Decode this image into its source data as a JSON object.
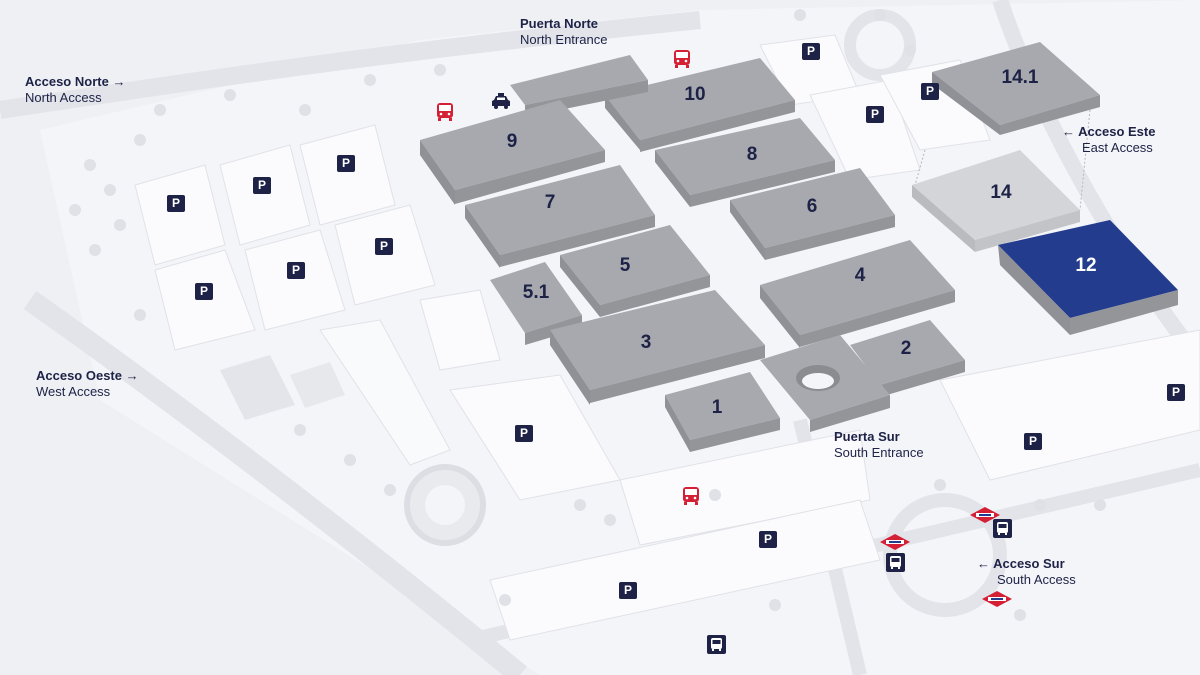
{
  "colors": {
    "background": "#eef0f4",
    "hall": "#a7a9ae",
    "hall_top": "#b8babf",
    "selected_hall": "#243c8e",
    "text": "#1d2246",
    "parking_badge": "#1d2246",
    "bus_icon": "#d41f35",
    "taxi_icon": "#1d2246"
  },
  "entrances": {
    "puerta_norte": {
      "title": "Puerta Norte",
      "subtitle": "North Entrance"
    },
    "puerta_sur": {
      "title": "Puerta Sur",
      "subtitle": "South Entrance"
    },
    "acceso_norte": {
      "title": "Acceso Norte",
      "subtitle": "North Access",
      "arrow": "→"
    },
    "acceso_oeste": {
      "title": "Acceso Oeste",
      "subtitle": "West Access",
      "arrow": "→"
    },
    "acceso_este": {
      "title": "Acceso Este",
      "subtitle": "East Access",
      "arrow": "←"
    },
    "acceso_sur": {
      "title": "Acceso Sur",
      "subtitle": "South Access",
      "arrow": "←"
    }
  },
  "halls": [
    {
      "id": "1",
      "label": "1"
    },
    {
      "id": "2",
      "label": "2"
    },
    {
      "id": "3",
      "label": "3"
    },
    {
      "id": "4",
      "label": "4"
    },
    {
      "id": "5",
      "label": "5"
    },
    {
      "id": "5-1",
      "label": "5.1"
    },
    {
      "id": "6",
      "label": "6"
    },
    {
      "id": "7",
      "label": "7"
    },
    {
      "id": "8",
      "label": "8"
    },
    {
      "id": "9",
      "label": "9"
    },
    {
      "id": "10",
      "label": "10"
    },
    {
      "id": "12",
      "label": "12",
      "selected": true
    },
    {
      "id": "14",
      "label": "14"
    },
    {
      "id": "14-1",
      "label": "14.1"
    }
  ],
  "parking": {
    "label": "P",
    "icon": "parking-icon"
  },
  "transport_icons": [
    "bus-icon",
    "taxi-icon",
    "metro-icon",
    "coach-icon"
  ]
}
